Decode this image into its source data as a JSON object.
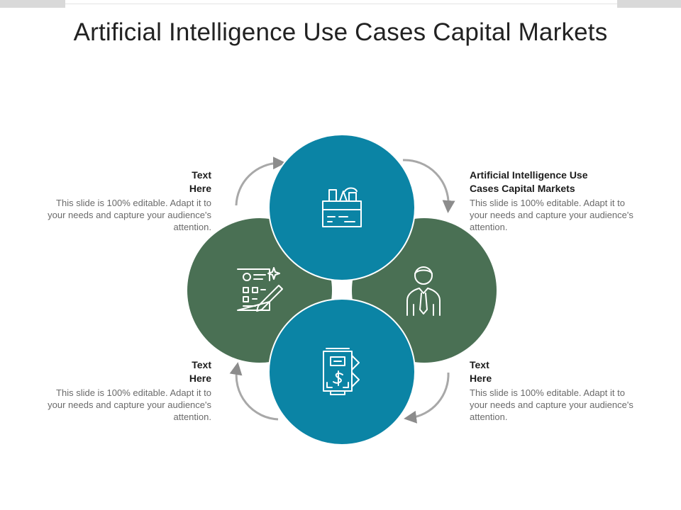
{
  "title": "Artificial Intelligence Use Cases Capital Markets",
  "colors": {
    "teal": "#0b84a5",
    "green": "#4a7054",
    "arrow": "#9a9a9a",
    "text": "#1b1b1b",
    "muted": "#6a6a6a"
  },
  "blocks": {
    "top_left": {
      "heading_line1": "Text",
      "heading_line2": "Here",
      "body": "This slide is 100% editable. Adapt it to your needs and capture your audience's attention."
    },
    "top_right": {
      "heading_line1": "Artificial Intelligence Use",
      "heading_line2": "Cases Capital Markets",
      "body": "This slide is 100% editable. Adapt it to your needs and capture your audience's attention."
    },
    "bottom_left": {
      "heading_line1": "Text",
      "heading_line2": "Here",
      "body": "This slide is 100% editable. Adapt it to your needs and capture your audience's attention."
    },
    "bottom_right": {
      "heading_line1": "Text",
      "heading_line2": "Here",
      "body": "This slide is 100% editable. Adapt it to your needs and capture your audience's attention."
    }
  },
  "icons": {
    "top": "toolbox-icon",
    "left": "checklist-pencil-icon",
    "right": "businessman-icon",
    "bottom": "finance-document-icon"
  }
}
